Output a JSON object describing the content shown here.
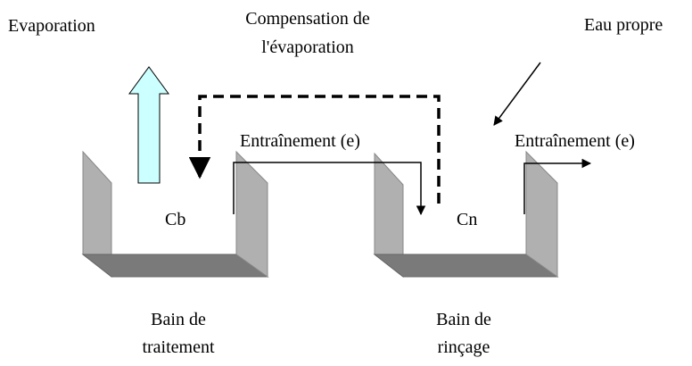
{
  "labels": {
    "evaporation": "Evaporation",
    "compensation_line1": "Compensation de",
    "compensation_line2": "l'évaporation",
    "clean_water": "Eau propre",
    "dragout_1": "Entraînement (e)",
    "dragout_2": "Entraînement (e)",
    "cb": "Cb",
    "cn": "Cn",
    "tank1_line1": "Bain de",
    "tank1_line2": "traitement",
    "tank2_line1": "Bain de",
    "tank2_line2": "rinçage"
  },
  "colors": {
    "evaporation_arrow_fill": "#ccffff",
    "tank_wall": "#b0b0b0",
    "tank_base": "#7a7a7a",
    "line": "#000000"
  }
}
